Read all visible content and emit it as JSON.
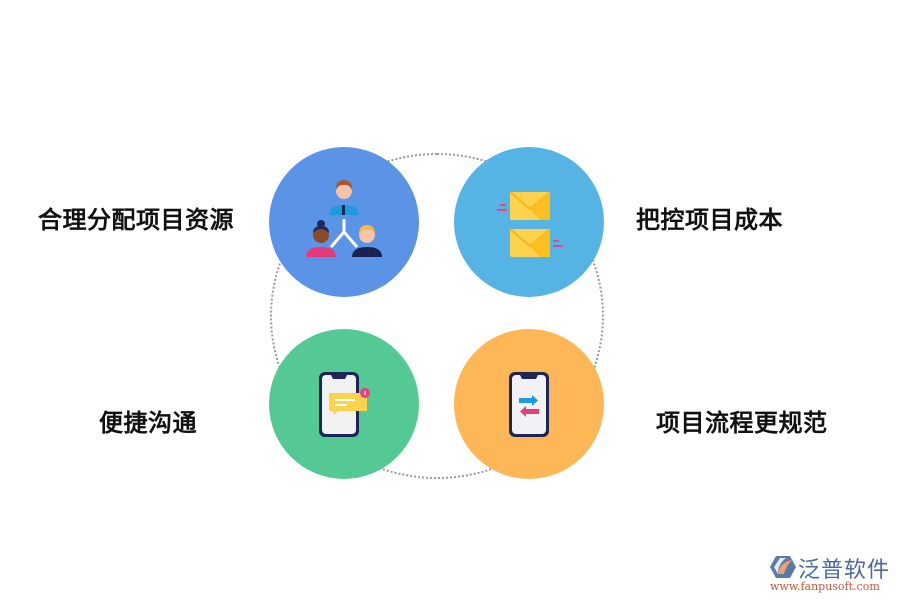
{
  "diagram": {
    "items": [
      {
        "label": "合理分配项目资源",
        "icon": "team-hierarchy-icon",
        "color": "#5b93e6",
        "position": "top-left"
      },
      {
        "label": "把控项目成本",
        "icon": "envelopes-icon",
        "color": "#56b4e4",
        "position": "top-right"
      },
      {
        "label": "便捷沟通",
        "icon": "phone-message-icon",
        "color": "#55c994",
        "position": "bottom-left"
      },
      {
        "label": "项目流程更规范",
        "icon": "phone-transfer-icon",
        "color": "#fdb756",
        "position": "bottom-right"
      }
    ],
    "ring_color": "#9a9a9a"
  },
  "logo": {
    "name": "泛普软件",
    "url": "www.fanpusoft.com"
  }
}
